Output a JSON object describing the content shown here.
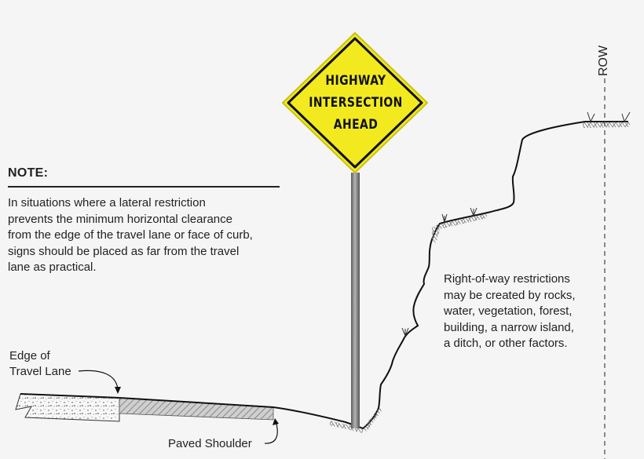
{
  "sign": {
    "line1": "HIGHWAY",
    "line2": "INTERSECTION",
    "line3": "AHEAD",
    "color": "#f2ea1e",
    "border_color": "#111111"
  },
  "note": {
    "title": "NOTE:",
    "lines": [
      "In situations where a lateral restriction",
      "prevents the minimum horizontal clearance",
      "from the edge of the travel lane or face of curb,",
      "signs should be placed as far from the travel",
      "lane as practical."
    ]
  },
  "row_description": {
    "lines": [
      "Right-of-way restrictions",
      "may be created by rocks,",
      "water, vegetation, forest,",
      "building, a narrow island,",
      "a ditch, or other factors."
    ]
  },
  "labels": {
    "edge_line1": "Edge of",
    "edge_line2": "Travel Lane",
    "paved_shoulder": "Paved Shoulder",
    "row": "ROW"
  },
  "colors": {
    "background": "#f5f5f5",
    "line": "#1a1a1a",
    "post": "#8a8a8a"
  }
}
